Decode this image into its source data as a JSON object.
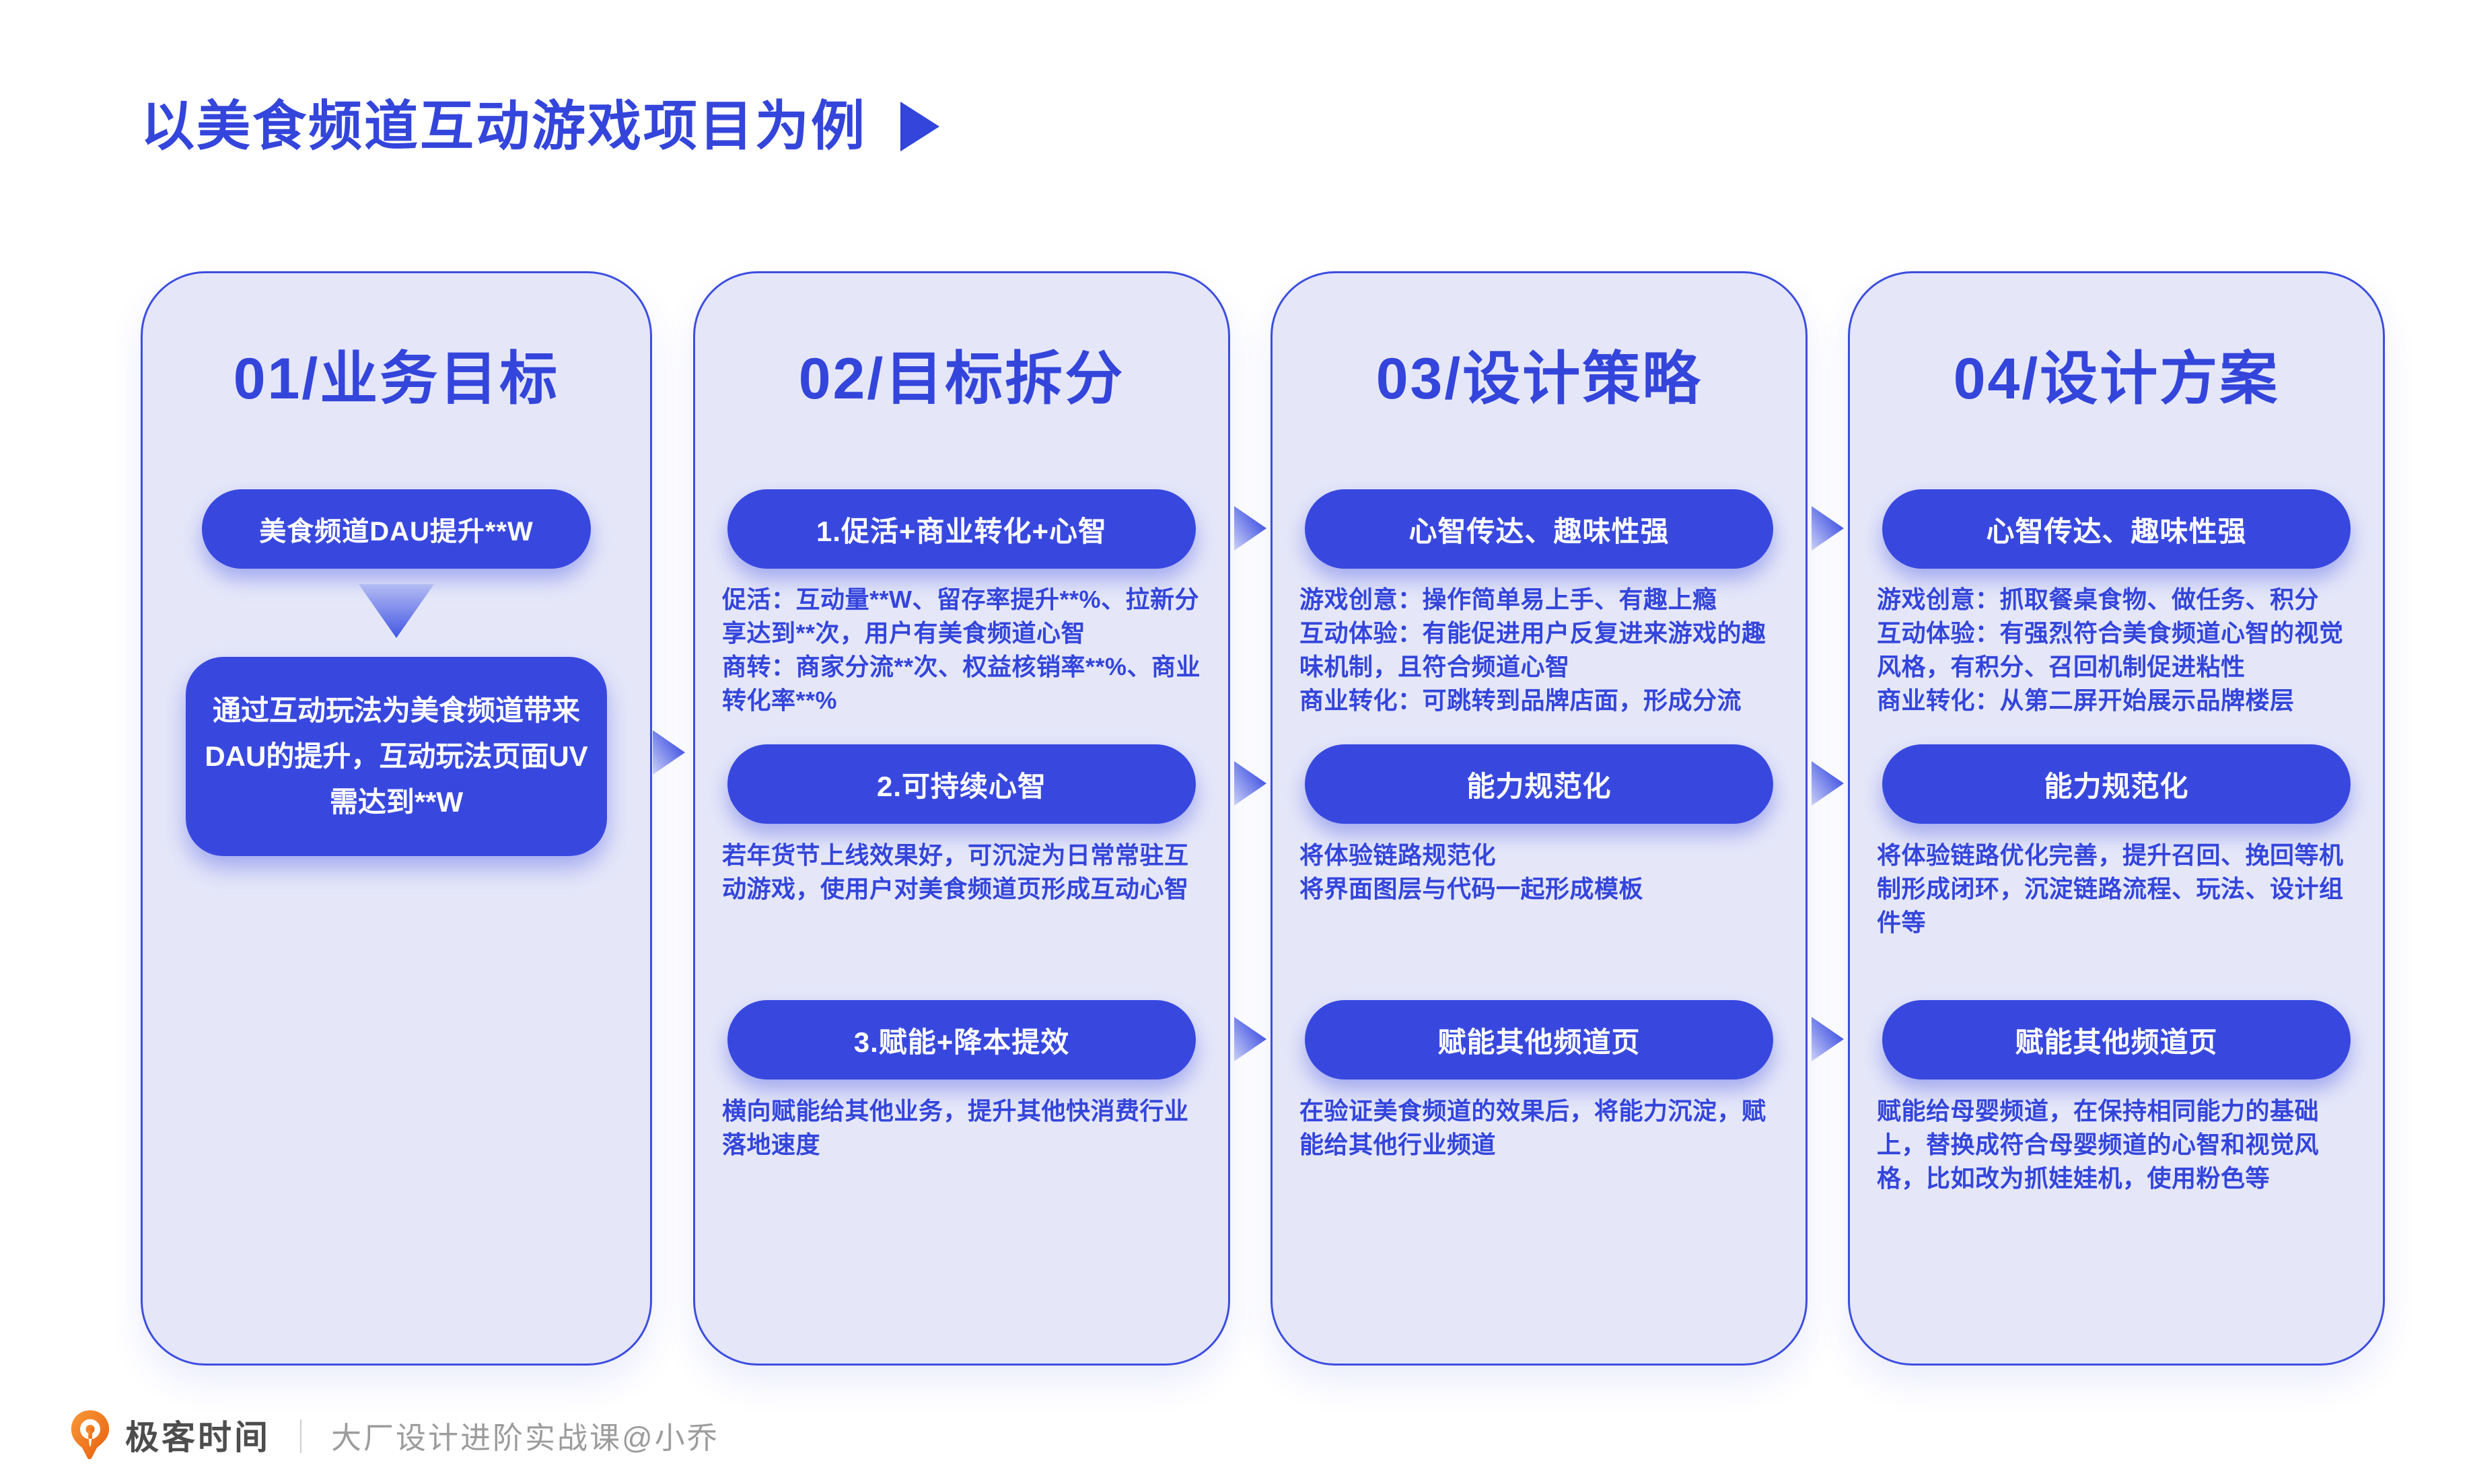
{
  "title": {
    "text": "以美食频道互动游戏项目为例"
  },
  "columns": [
    {
      "header": "01/业务目标",
      "pill": "美食频道DAU提升**W",
      "box": "通过互动玩法为美食频道带来\nDAU的提升，互动玩法页面UV\n需达到**W"
    },
    {
      "header": "02/目标拆分",
      "sections": [
        {
          "pill": "1.促活+商业转化+心智",
          "body": "促活：互动量**W、留存率提升**%、拉新分享达到**次，用户有美食频道心智\n商转：商家分流**次、权益核销率**%、商业转化率**%"
        },
        {
          "pill": "2.可持续心智",
          "body": "若年货节上线效果好，可沉淀为日常常驻互动游戏，使用户对美食频道页形成互动心智"
        },
        {
          "pill": "3.赋能+降本提效",
          "body": "横向赋能给其他业务，提升其他快消费行业落地速度"
        }
      ]
    },
    {
      "header": "03/设计策略",
      "sections": [
        {
          "pill": "心智传达、趣味性强",
          "body": "游戏创意：操作简单易上手、有趣上瘾\n互动体验：有能促进用户反复进来游戏的趣味机制，且符合频道心智\n商业转化：可跳转到品牌店面，形成分流"
        },
        {
          "pill": "能力规范化",
          "body": "将体验链路规范化\n将界面图层与代码一起形成模板"
        },
        {
          "pill": "赋能其他频道页",
          "body": "在验证美食频道的效果后，将能力沉淀，赋能给其他行业频道"
        }
      ]
    },
    {
      "header": "04/设计方案",
      "sections": [
        {
          "pill": "心智传达、趣味性强",
          "body": "游戏创意：抓取餐桌食物、做任务、积分\n互动体验：有强烈符合美食频道心智的视觉风格，有积分、召回机制促进粘性\n商业转化：从第二屏开始展示品牌楼层"
        },
        {
          "pill": "能力规范化",
          "body": "将体验链路优化完善，提升召回、挽回等机制形成闭环，沉淀链路流程、玩法、设计组件等"
        },
        {
          "pill": "赋能其他频道页",
          "body": "赋能给母婴频道，在保持相同能力的基础上，替换成符合母婴频道的心智和视觉风格，比如改为抓娃娃机，使用粉色等"
        }
      ]
    }
  ],
  "footer": {
    "brand": "极客时间",
    "divider": "｜",
    "course": "大厂设计进阶实战课@小乔"
  },
  "colors": {
    "accent": "#3848DF",
    "ink": "#3445DB",
    "card_bg": "#E5E7F9",
    "card_border": "#3D4EE0",
    "brand_orange": "#EE7A23",
    "footer_text": "#9C9C9C"
  }
}
